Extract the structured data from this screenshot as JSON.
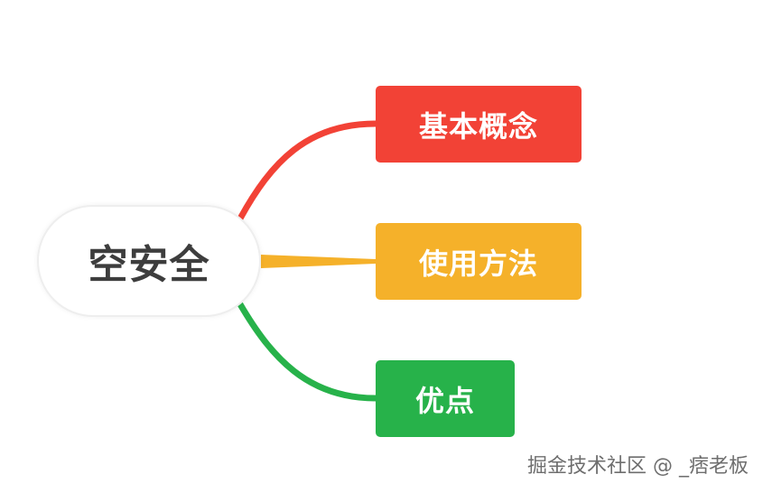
{
  "root": {
    "label": "空安全"
  },
  "branches": [
    {
      "label": "基本概念",
      "color": "#f24236"
    },
    {
      "label": "使用方法",
      "color": "#f5b12a"
    },
    {
      "label": "优点",
      "color": "#27b24a"
    }
  ],
  "watermark": "掘金技术社区 @ _痞老板"
}
